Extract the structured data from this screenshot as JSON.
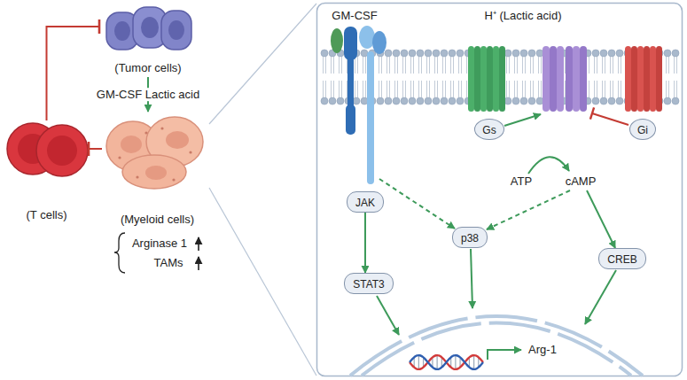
{
  "diagram": {
    "nodes": [
      {
        "text": [
          "(T cells)"
        ]
      },
      {
        "text": [
          "(Tumor cells)"
        ]
      },
      {
        "text": [
          "(Myeloid cells)"
        ]
      },
      {
        "text": [
          "JAK"
        ]
      },
      {
        "text": [
          "STAT3"
        ]
      },
      {
        "text": [
          "Gs"
        ]
      },
      {
        "text": [
          "Gi"
        ]
      },
      {
        "text": [
          "p38"
        ]
      },
      {
        "text": [
          "CREB"
        ]
      }
    ],
    "edges": [
      {
        "from": 0,
        "to": 1,
        "arrow": "to"
      },
      {
        "from": 2,
        "to": 0,
        "arrow": "to"
      },
      {
        "from": 1,
        "to": 2,
        "label": "GM-CSF Lactic acid",
        "arrow": "to"
      },
      {
        "from": 3,
        "to": 4,
        "arrow": "to"
      }
    ],
    "labels": [
      "Arginase 1",
      "TAMs",
      "GM-CSF",
      "H⁺ (Lactic acid)",
      "ATP",
      "cAMP",
      "Arg-1"
    ]
  }
}
